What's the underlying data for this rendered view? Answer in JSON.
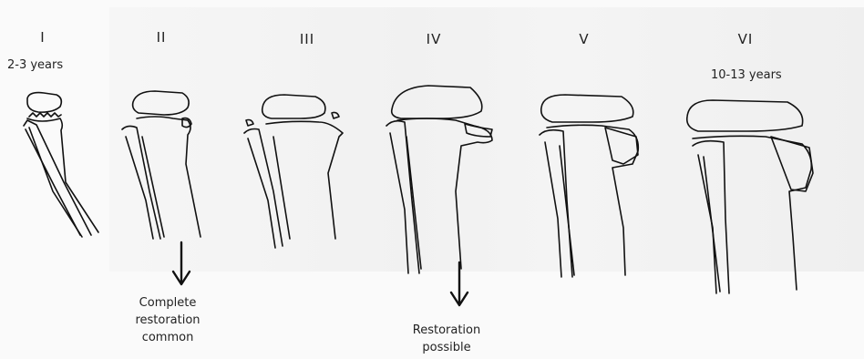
{
  "figure": {
    "stages": [
      {
        "numeral": "I"
      },
      {
        "numeral": "II"
      },
      {
        "numeral": "III"
      },
      {
        "numeral": "IV"
      },
      {
        "numeral": "V"
      },
      {
        "numeral": "VI"
      }
    ],
    "age_start": "2-3 years",
    "age_end": "10-13 years",
    "caption_left": {
      "line1": "Complete",
      "line2": "restoration",
      "line3": "common"
    },
    "caption_right": {
      "line1": "Restoration",
      "line2": "possible"
    }
  }
}
